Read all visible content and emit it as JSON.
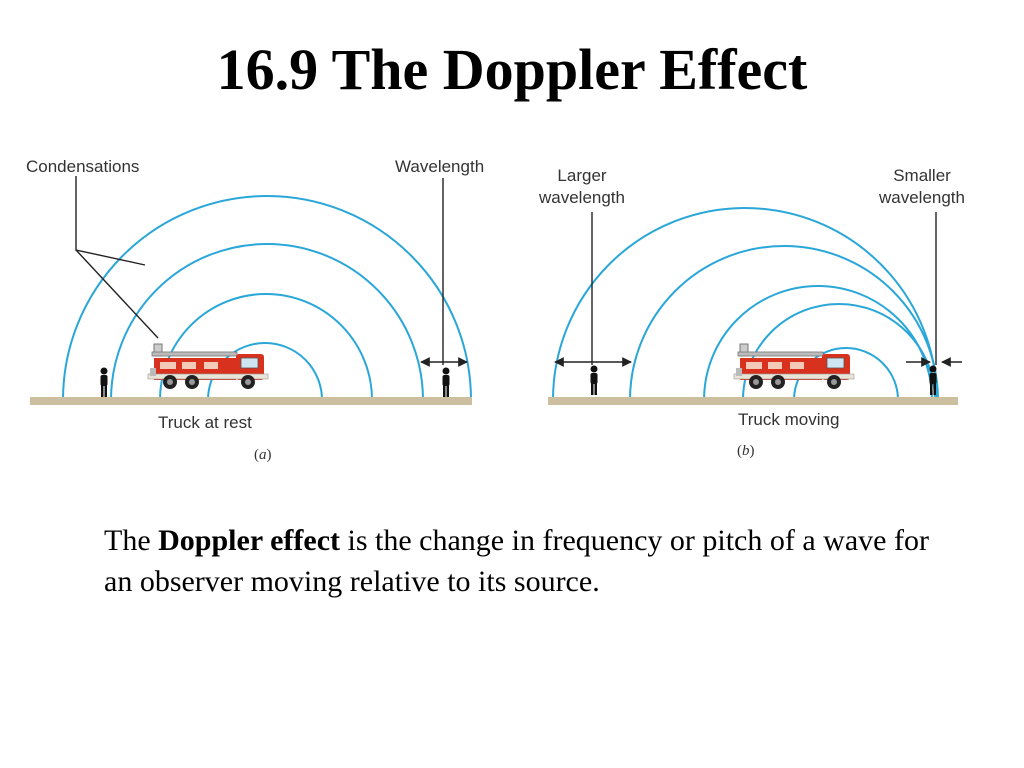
{
  "slide": {
    "title": "16.9 The Doppler Effect"
  },
  "figure": {
    "panel_a": {
      "label_condensations": "Condensations",
      "label_wavelength": "Wavelength",
      "caption": "Truck at rest",
      "tag_open": "(",
      "tag_letter": "a",
      "tag_close": ")"
    },
    "panel_b": {
      "label_larger_1": "Larger",
      "label_larger_2": "wavelength",
      "label_smaller_1": "Smaller",
      "label_smaller_2": "wavelength",
      "caption": "Truck moving",
      "tag_open": "(",
      "tag_letter": "b",
      "tag_close": ")"
    },
    "colors": {
      "wave": "#2aa7d8",
      "truck": "#d8321f",
      "ground": "#cbbf9f"
    },
    "icons": [
      "fire-truck-icon",
      "person-icon"
    ]
  },
  "text": {
    "before": "The ",
    "term": "Doppler effect",
    "after": " is the change in frequency or pitch of a wave for an observer moving relative to its source."
  }
}
